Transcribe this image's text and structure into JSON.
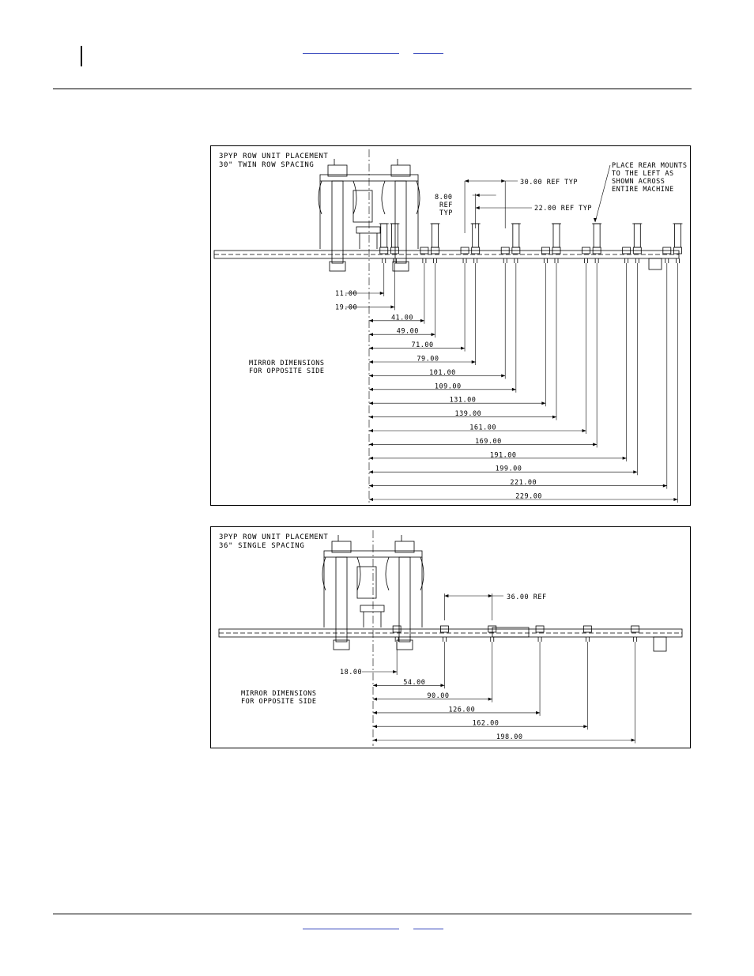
{
  "figure1": {
    "title_line1": "3PYP ROW UNIT PLACEMENT",
    "title_line2": "30\" TWIN ROW SPACING",
    "note_line1": "PLACE REAR MOUNTS",
    "note_line2": "TO THE LEFT AS",
    "note_line3": "SHOWN ACROSS",
    "note_line4": "ENTIRE MACHINE",
    "dim_30": "30.00 REF TYP",
    "dim_22": "22.00 REF TYP",
    "dim_8_line1": "8.00",
    "dim_8_line2": "REF",
    "dim_8_line3": "TYP",
    "mirror_line1": "MIRROR DIMENSIONS",
    "mirror_line2": "FOR OPPOSITE SIDE",
    "dims": [
      "11.00",
      "19.00",
      "41.00",
      "49.00",
      "71.00",
      "79.00",
      "101.00",
      "109.00",
      "131.00",
      "139.00",
      "161.00",
      "169.00",
      "191.00",
      "199.00",
      "221.00",
      "229.00"
    ]
  },
  "figure2": {
    "title_line1": "3PYP ROW UNIT PLACEMENT",
    "title_line2": "36\" SINGLE SPACING",
    "dim_36": "36.00 REF",
    "mirror_line1": "MIRROR DIMENSIONS",
    "mirror_line2": "FOR OPPOSITE SIDE",
    "dims": [
      "18.00",
      "54.00",
      "90.00",
      "126.00",
      "162.00",
      "198.00"
    ]
  }
}
